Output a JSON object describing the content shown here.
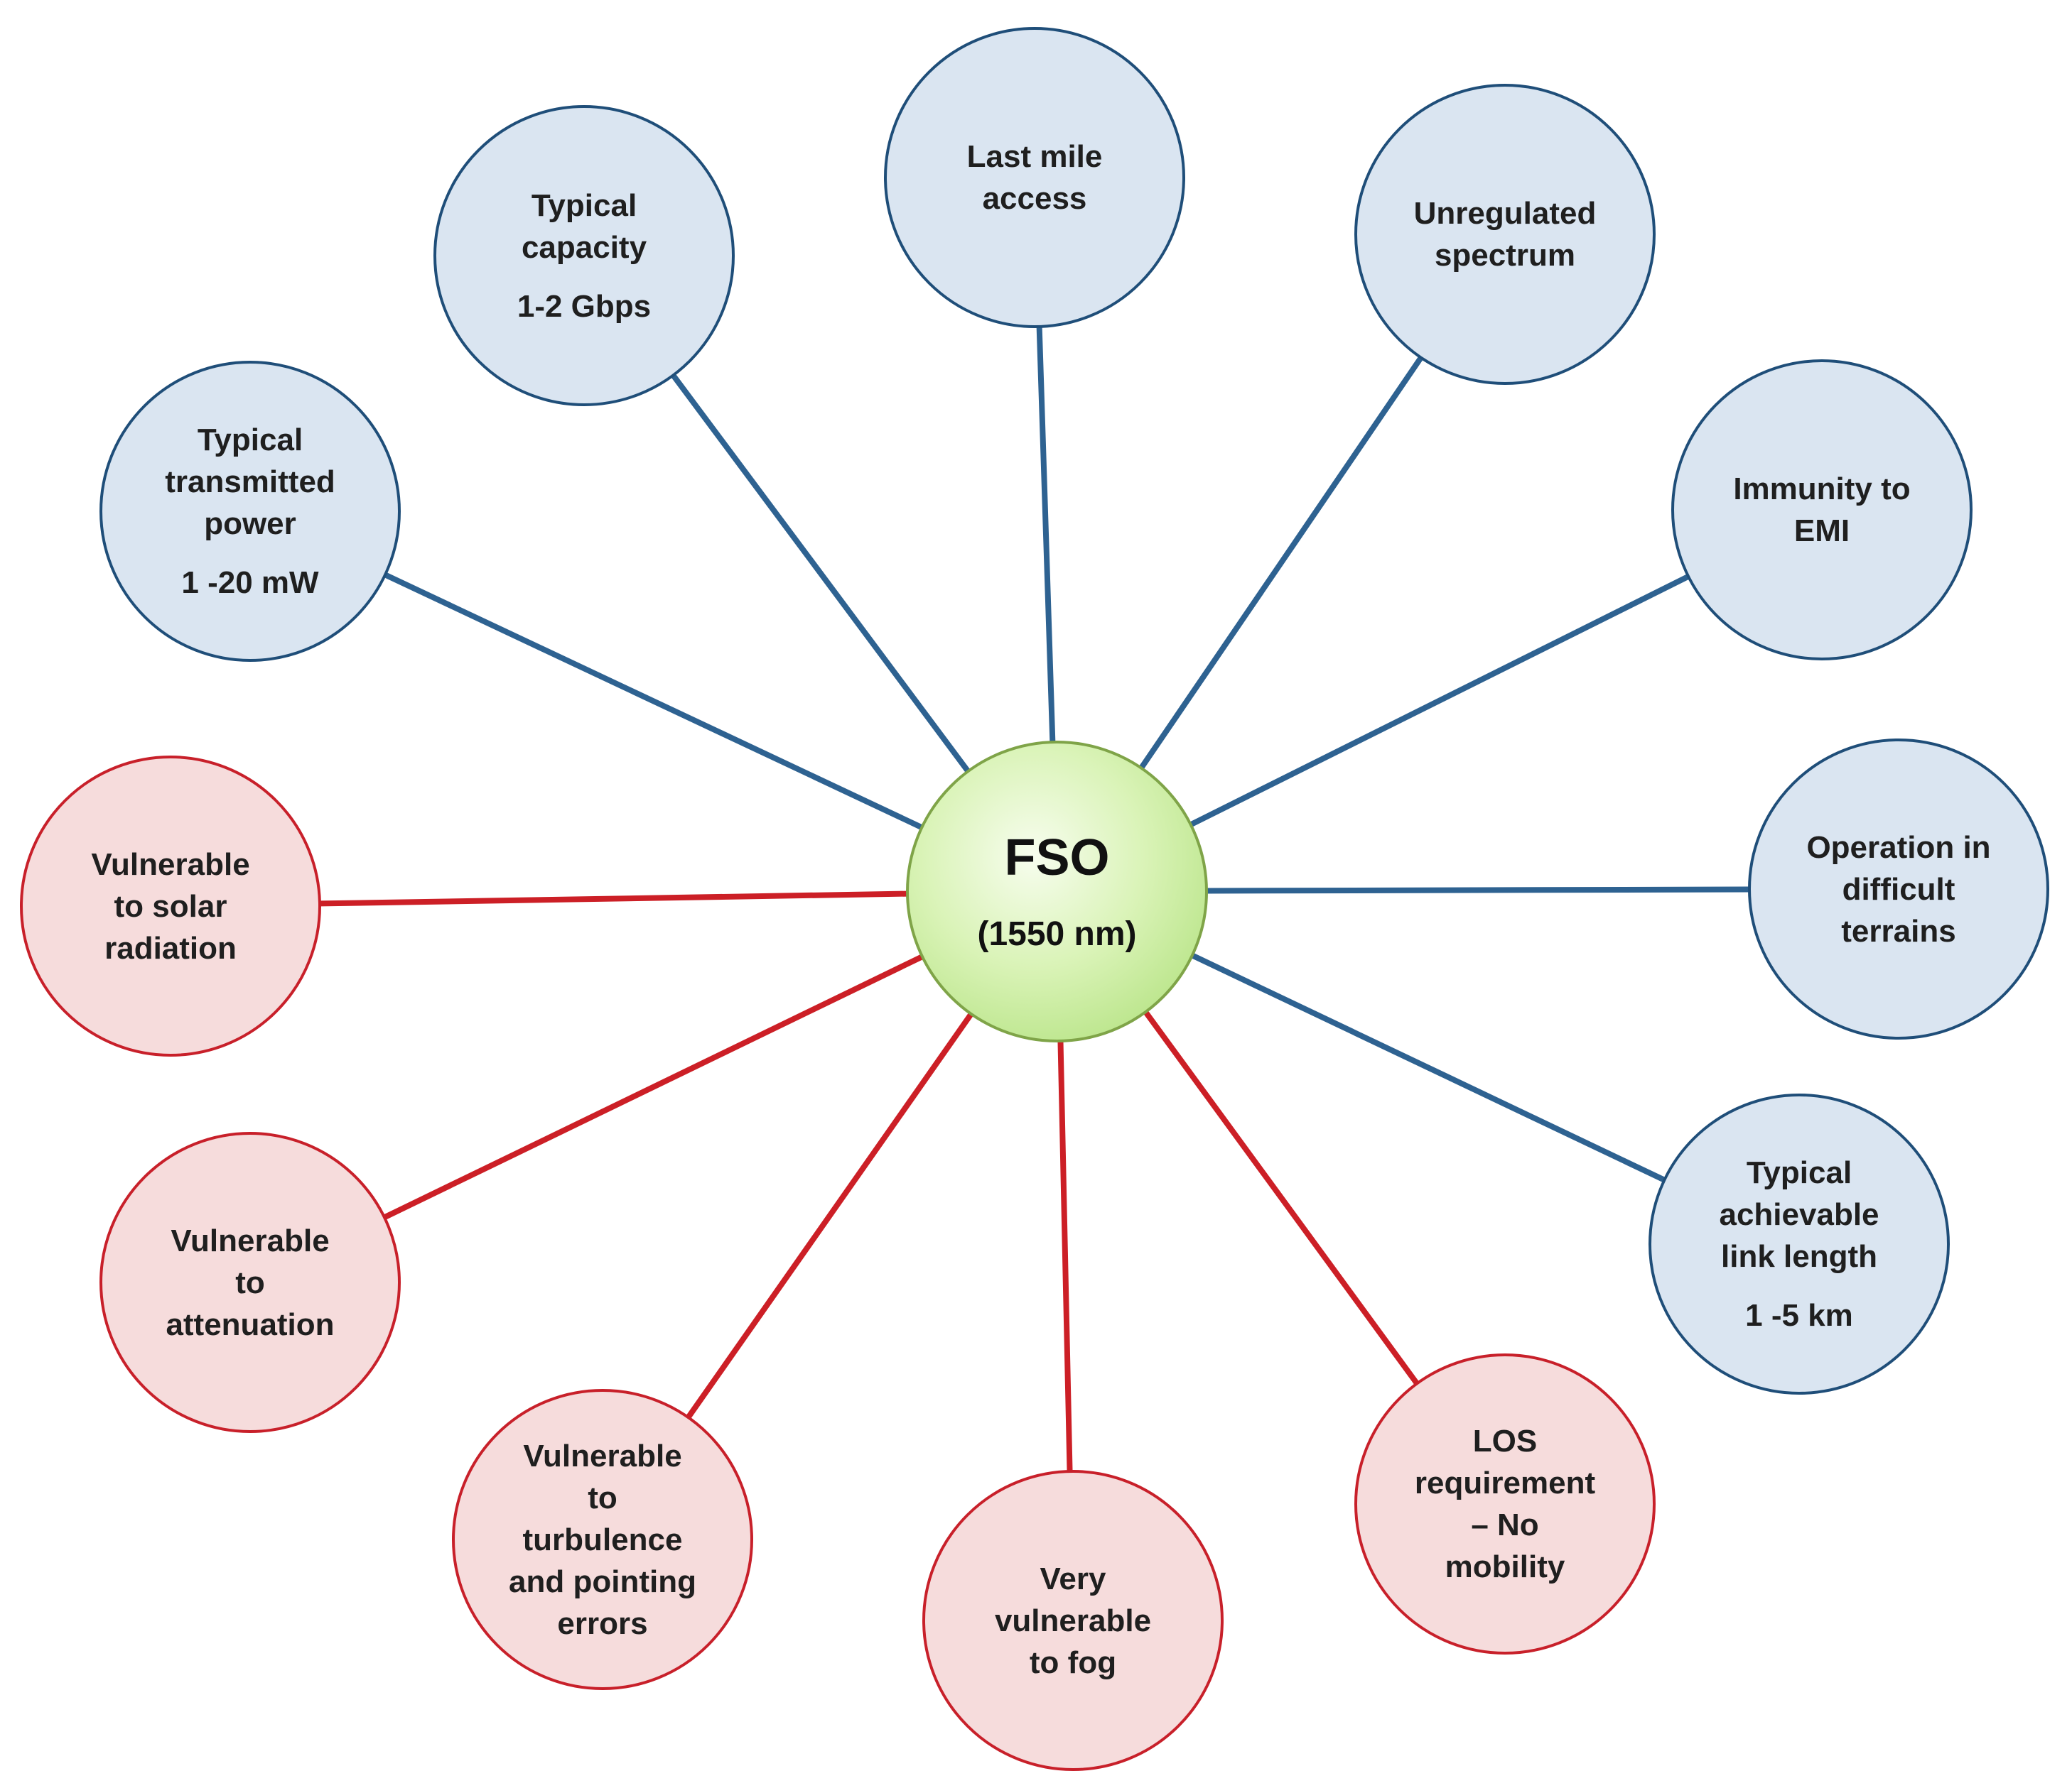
{
  "center": {
    "title": "FSO",
    "subtitle": "(1550 nm)"
  },
  "colors": {
    "advantage_line": "#2e6291",
    "advantage_border": "#1f4e79",
    "advantage_fill": "#dae5f1",
    "limitation_line": "#cc1f26",
    "limitation_border": "#c8202a",
    "limitation_fill": "#f6dcdc",
    "center_fill": "#c6ec9a",
    "center_border": "#7fa448"
  },
  "nodes": [
    {
      "id": "last-mile-access",
      "kind": "advantage",
      "lines": [
        "Last mile",
        "access"
      ]
    },
    {
      "id": "unregulated-spectrum",
      "kind": "advantage",
      "lines": [
        "Unregulated",
        "spectrum"
      ]
    },
    {
      "id": "immunity-to-emi",
      "kind": "advantage",
      "lines": [
        "Immunity to",
        "EMI"
      ]
    },
    {
      "id": "operation-difficult-terrains",
      "kind": "advantage",
      "lines": [
        "Operation in",
        "difficult",
        "terrains"
      ]
    },
    {
      "id": "typical-link-length",
      "kind": "advantage",
      "lines": [
        "Typical",
        "achievable",
        "link length"
      ],
      "value": "1 -5 km"
    },
    {
      "id": "los-requirement",
      "kind": "limitation",
      "lines": [
        "LOS",
        "requirement",
        "– No",
        "mobility"
      ]
    },
    {
      "id": "vulnerable-fog",
      "kind": "limitation",
      "lines": [
        "Very",
        "vulnerable",
        "to fog"
      ]
    },
    {
      "id": "vulnerable-turbulence",
      "kind": "limitation",
      "lines": [
        "Vulnerable",
        "to",
        "turbulence",
        "and pointing",
        "errors"
      ]
    },
    {
      "id": "vulnerable-attenuation",
      "kind": "limitation",
      "lines": [
        "Vulnerable",
        "to",
        "attenuation"
      ]
    },
    {
      "id": "vulnerable-solar-radiation",
      "kind": "limitation",
      "lines": [
        "Vulnerable",
        "to solar",
        "radiation"
      ]
    },
    {
      "id": "typical-transmitted-power",
      "kind": "advantage",
      "lines": [
        "Typical",
        "transmitted",
        "power"
      ],
      "value": "1 -20 mW"
    },
    {
      "id": "typical-capacity",
      "kind": "advantage",
      "lines": [
        "Typical",
        "capacity"
      ],
      "value": "1-2 Gbps"
    }
  ]
}
